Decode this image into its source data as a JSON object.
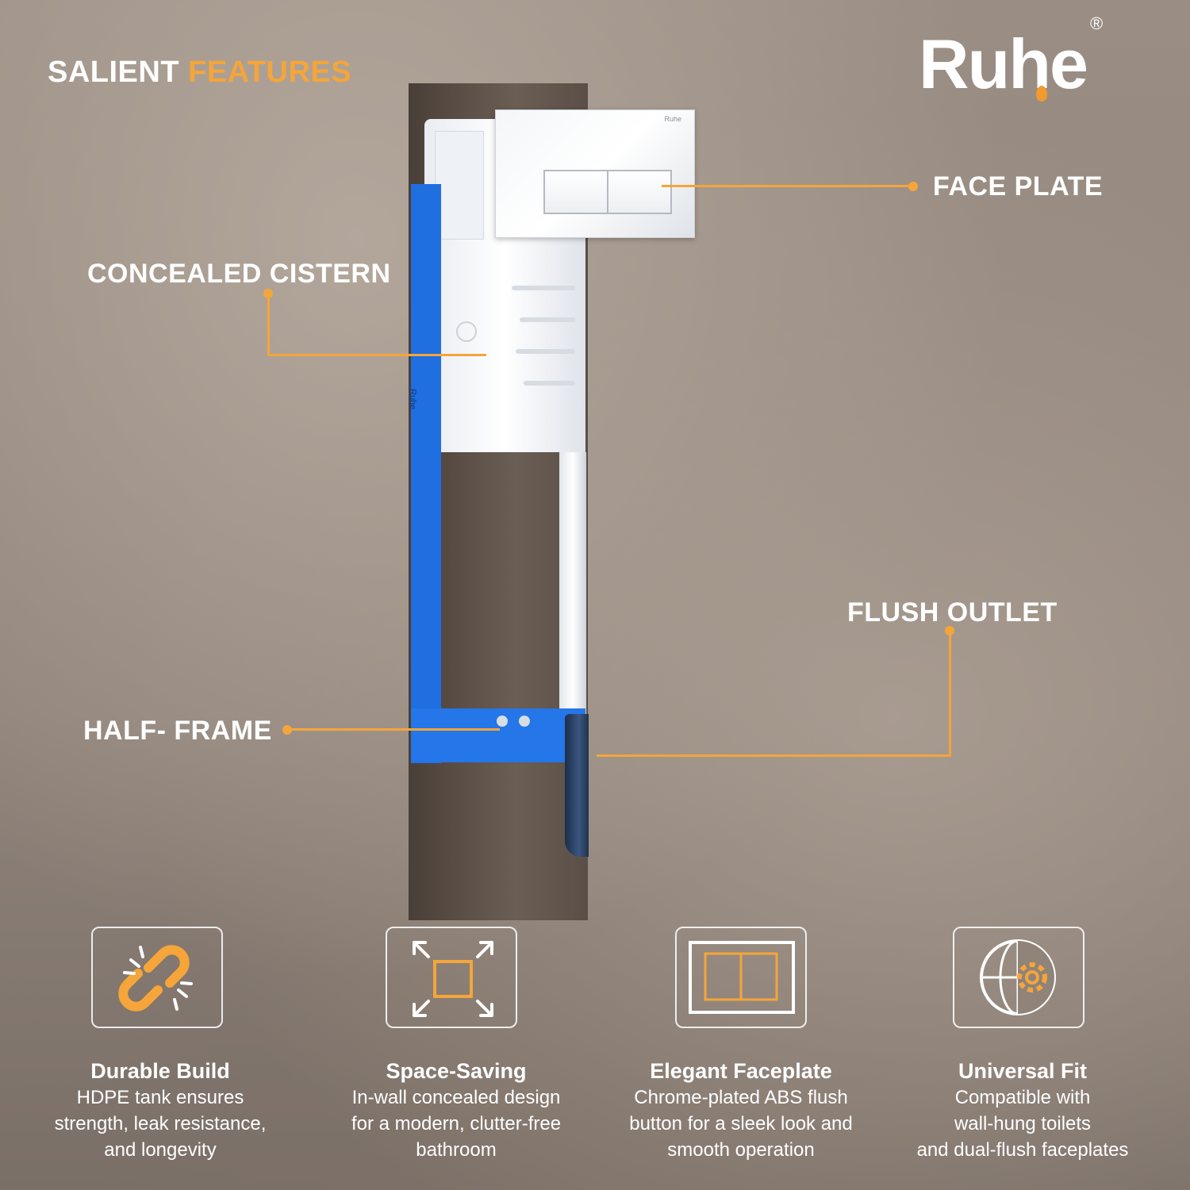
{
  "header": {
    "title_part1": "SALIENT",
    "title_part2": "FEATURES",
    "logo_text": "Ruhe",
    "logo_mark": "®"
  },
  "callouts": {
    "face_plate": "FACE PLATE",
    "concealed_cistern": "CONCEALED CISTERN",
    "flush_outlet": "FLUSH OUTLET",
    "half_frame": "HALF- FRAME"
  },
  "product": {
    "face_plate_brand": "Ruhe",
    "frame_brand": "Ruhe"
  },
  "features": [
    {
      "icon": "broken-chain-icon",
      "title": "Durable Build",
      "desc_lines": [
        "HDPE tank ensures",
        "strength, leak resistance,",
        "and longevity"
      ]
    },
    {
      "icon": "expand-arrows-icon",
      "title": "Space-Saving",
      "desc_lines": [
        "In-wall concealed design",
        "for a modern, clutter-free",
        "bathroom"
      ]
    },
    {
      "icon": "dual-flush-plate-icon",
      "title": "Elegant Faceplate",
      "desc_lines": [
        "Chrome-plated ABS flush",
        "button for a sleek look and",
        "smooth operation"
      ]
    },
    {
      "icon": "globe-gear-icon",
      "title": "Universal Fit",
      "desc_lines": [
        "Compatible with",
        "wall-hung toilets",
        "and dual-flush faceplates"
      ]
    }
  ],
  "colors": {
    "accent": "#f5a53a",
    "frame_blue": "#1f6fe0",
    "text": "#ffffff"
  }
}
